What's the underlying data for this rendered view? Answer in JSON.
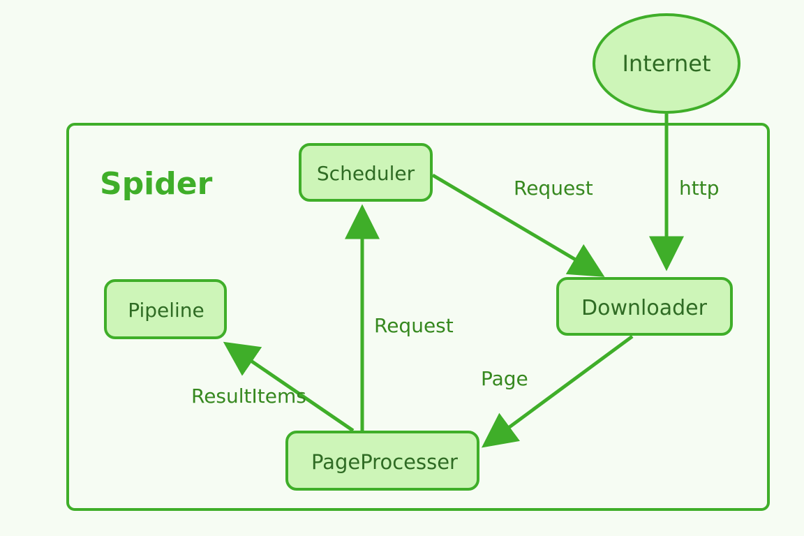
{
  "colors": {
    "background": "#f6fcf3",
    "stroke": "#3fae29",
    "node_fill": "#cdf5b8",
    "node_text": "#2f6b24",
    "edge_text": "#36881f"
  },
  "container": {
    "title": "Spider"
  },
  "nodes": {
    "internet": "Internet",
    "scheduler": "Scheduler",
    "downloader": "Downloader",
    "pipeline": "Pipeline",
    "pageprocesser": "PageProcesser"
  },
  "edges": {
    "internet_downloader": "http",
    "scheduler_downloader": "Request",
    "pageprocesser_scheduler": "Request",
    "downloader_pageprocesser": "Page",
    "pageprocesser_pipeline": "ResultItems"
  }
}
